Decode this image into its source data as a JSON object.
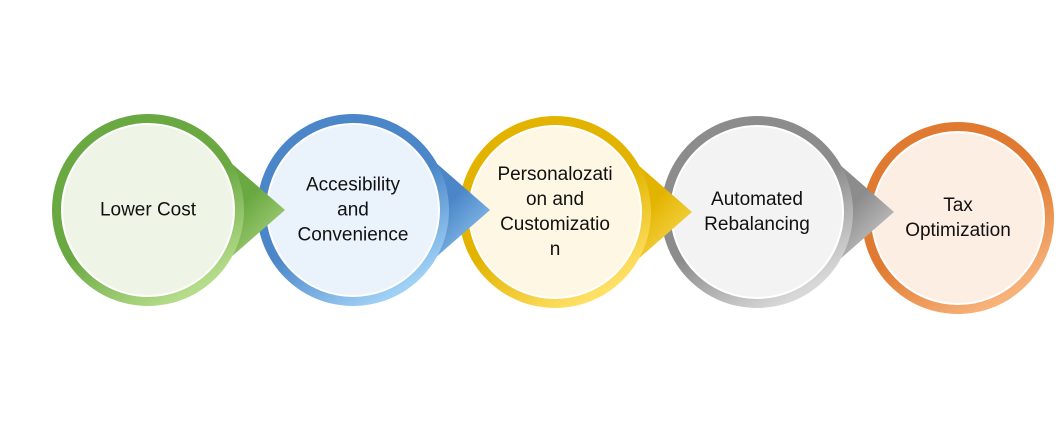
{
  "steps": [
    {
      "lines": [
        "Lower Cost"
      ],
      "ring": "#6aa842",
      "ring_light": "#b5dc8a",
      "fill": "#eef5e6"
    },
    {
      "lines": [
        "Accesibility",
        "and",
        "Convenience"
      ],
      "ring": "#4a86c8",
      "ring_light": "#9fd0f5",
      "fill": "#eaf2fb"
    },
    {
      "lines": [
        "Personalozati",
        "on and",
        "Customizatio",
        "n"
      ],
      "ring": "#e2b400",
      "ring_light": "#ffe066",
      "fill": "#fdf7e4"
    },
    {
      "lines": [
        "Automated",
        "Rebalancing"
      ],
      "ring": "#8c8c8c",
      "ring_light": "#d8d8d8",
      "fill": "#f3f3f3"
    },
    {
      "lines": [
        "Tax",
        "Optimization"
      ],
      "ring": "#e07a30",
      "ring_light": "#f7b27a",
      "fill": "#fdeee4"
    }
  ]
}
